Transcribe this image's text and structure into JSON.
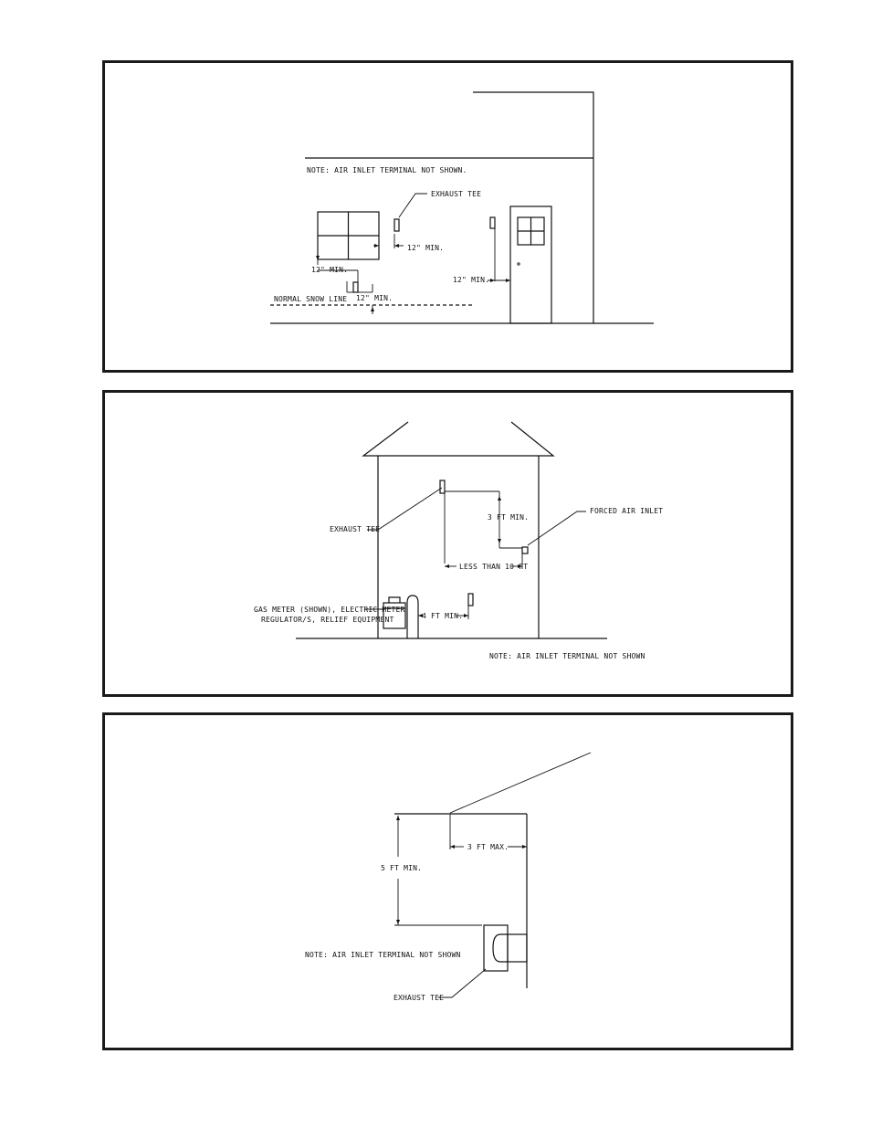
{
  "panel1": {
    "note": "NOTE: AIR INLET TERMINAL NOT SHOWN.",
    "exhaust_tee": "EXHAUST TEE",
    "dim_beside_window": "12\" MIN.",
    "dim_below_window": "12\" MIN.",
    "dim_above_snow": "12\" MIN.",
    "dim_beside_door": "12\" MIN.",
    "snow_line": "NORMAL SNOW LINE"
  },
  "panel2": {
    "exhaust_tee": "EXHAUST TEE",
    "forced_air_inlet": "FORCED AIR INLET",
    "dim_3ft": "3 FT MIN.",
    "dim_less_10ft": "LESS THAN 10 FT",
    "dim_4ft": "4 FT MIN.",
    "meter_line1": "GAS METER (SHOWN), ELECTRIC METER",
    "meter_line2": "REGULATOR/S, RELIEF EQUIPMENT",
    "note": "NOTE: AIR INLET TERMINAL NOT SHOWN"
  },
  "panel3": {
    "dim_5ft": "5 FT MIN.",
    "dim_3ft_max": "3 FT MAX.",
    "note": "NOTE: AIR INLET TERMINAL NOT SHOWN",
    "exhaust_tee": "EXHAUST TEE"
  }
}
